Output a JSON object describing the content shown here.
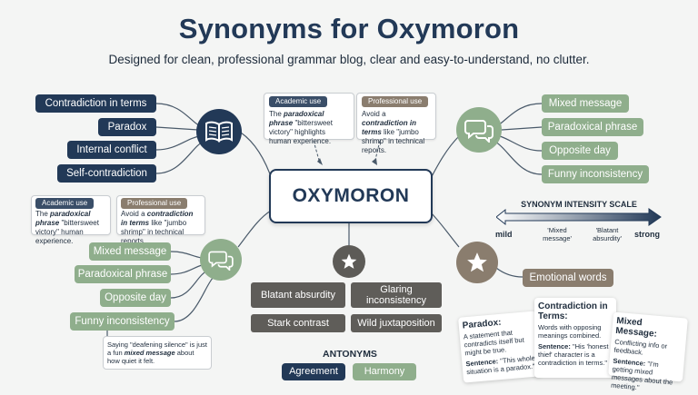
{
  "title": "Synonyms for Oxymoron",
  "subtitle": "Designed for clean, professional grammar blog, clear and easy-to-understand, no clutter.",
  "center": "OXYMORON",
  "left_top_synonyms": [
    "Contradiction in terms",
    "Paradox",
    "Internal conflict",
    "Self-contradiction"
  ],
  "right_top_synonyms": [
    "Mixed message",
    "Paradoxical phrase",
    "Opposite day",
    "Funny inconsistency"
  ],
  "left_bottom_synonyms": [
    "Mixed message",
    "Paradoxical phrase",
    "Opposite day",
    "Funny inconsistency"
  ],
  "right_bottom_synonym": "Emotional words",
  "top_cards": {
    "academic_tag": "Academic use",
    "academic_lead": "The ",
    "academic_em": "paradoxical phrase",
    "academic_rest": " \"bittersweet victory\" highlights human experience.",
    "professional_tag": "Professional use",
    "professional_lead": "Avoid a ",
    "professional_em": "contradiction in terms",
    "professional_rest": " like \"jumbo shrimp\" in technical reports."
  },
  "left_cards": {
    "academic_tag": "Academic use",
    "academic_lead": "The ",
    "academic_em": "paradoxical phrase",
    "academic_rest": " \"bittersweet victory\" human experience.",
    "professional_tag": "Professional use",
    "professional_lead": "Avoid a ",
    "professional_em": "contradiction in terms",
    "professional_rest": " like \"jumbo shrimp\" in technical reports."
  },
  "bottom_note": {
    "lead": "Saying \"deafening silence\" is just a fun ",
    "em": "mixed message",
    "rest": " about how quiet it felt."
  },
  "intensity_scale": {
    "title": "SYNONYM INTENSITY SCALE",
    "low": "mild",
    "high": "strong",
    "mark1": "'Mixed message'",
    "mark2": "'Blatant absurdity'"
  },
  "strong_synonyms": [
    "Blatant absurdity",
    "Glaring inconsistency",
    "Stark contrast",
    "Wild juxtaposition"
  ],
  "antonyms": {
    "label": "ANTONYMS",
    "items": [
      "Agreement",
      "Harmony"
    ]
  },
  "definition_cards": [
    {
      "term": "Paradox:",
      "def": "A statement that contradicts itself but might be true.",
      "sentence_label": "Sentence:",
      "sentence": " \"This whole situation is a paradox.\""
    },
    {
      "term": "Contradiction in Terms:",
      "def": "Words with opposing meanings combined.",
      "sentence_label": "Sentence:",
      "sentence": " \"His 'honest thief' character is a contradiction in terms.\""
    },
    {
      "term": "Mixed Message:",
      "def": "Conflicting info or feedback.",
      "sentence_label": "Sentence:",
      "sentence": " \"I'm getting mixed messages about the meeting.\""
    }
  ],
  "colors": {
    "navy": "#223957",
    "green": "#8fae8c",
    "grey": "#5d5b57",
    "taupe": "#8a7d6e"
  },
  "icons": [
    "book-icon",
    "chat-bubbles-icon",
    "star-icon"
  ]
}
